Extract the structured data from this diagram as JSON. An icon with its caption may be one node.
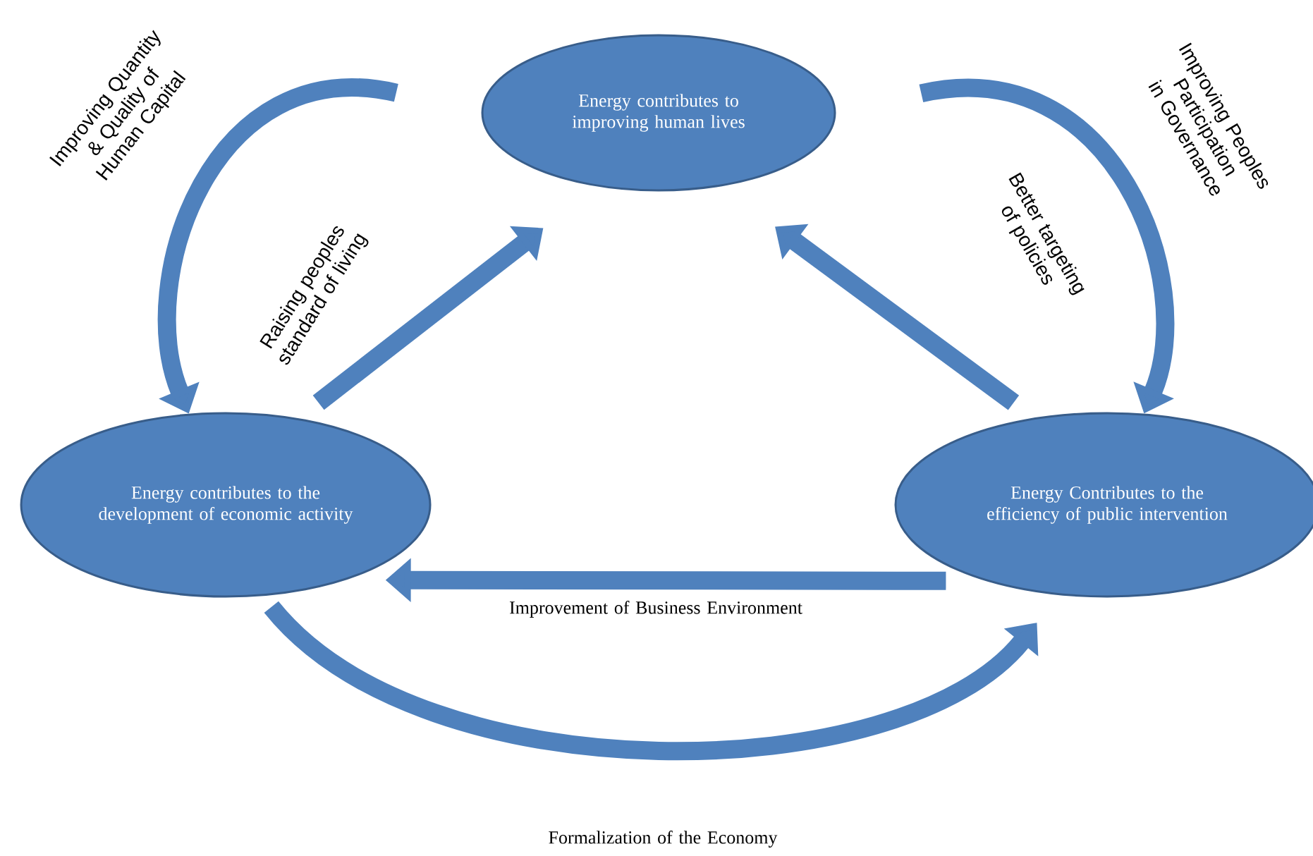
{
  "diagram": {
    "nodes": [
      {
        "text": [
          "Energy contributes to improving human lives"
        ]
      },
      {
        "text": [
          "Energy contributes to the development of economic activity"
        ]
      },
      {
        "text": [
          "Energy Contributes to the efficiency of public intervention"
        ]
      }
    ],
    "edges": [
      {
        "from": 0,
        "to": 1,
        "arrow": "to",
        "label": "Improving Quantity & Quality of Human Capital"
      },
      {
        "from": 1,
        "to": 0,
        "arrow": "to",
        "label": "Raising peoples standard of living"
      },
      {
        "from": 0,
        "to": 2,
        "arrow": "to",
        "label": "Improving Peoples Participation in Governance"
      },
      {
        "from": 2,
        "to": 0,
        "arrow": "to",
        "label": "Better targeting of policies"
      },
      {
        "from": 2,
        "to": 1,
        "arrow": "to",
        "label": "Improvement of Business Environment"
      },
      {
        "from": 1,
        "to": 2,
        "arrow": "to",
        "label": "Formalization of the Economy"
      }
    ]
  }
}
